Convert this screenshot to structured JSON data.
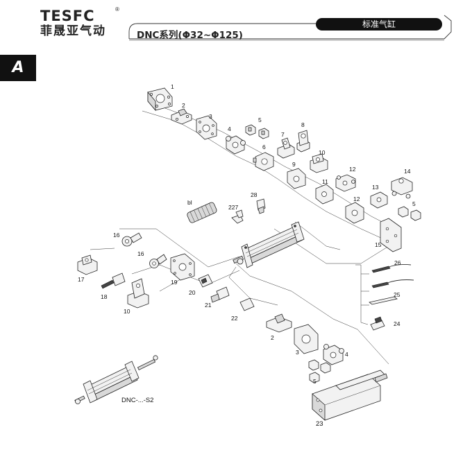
{
  "header": {
    "brand_en": "TESFC",
    "brand_reg": "®",
    "brand_cn": "菲晟亚气动",
    "series_title": "DNC系列(Φ32~Φ125)",
    "category": "标准气缸"
  },
  "side_tab": {
    "letter": "A"
  },
  "parts": {
    "p1": "1",
    "p2a": "2",
    "p3a": "3",
    "p4a": "4",
    "p5a": "5",
    "p6": "6",
    "p7": "7",
    "p8": "8",
    "p9": "9",
    "p10a": "10",
    "p11": "11",
    "p12a": "12",
    "p12b": "12",
    "p13": "13",
    "p14": "14",
    "p5b": "5",
    "p15": "15",
    "p26": "26",
    "p25": "25",
    "p24": "24",
    "p28": "28",
    "p227": "227",
    "pbl": "bl",
    "p16a": "16",
    "p16b": "16",
    "p17": "17",
    "p18": "18",
    "p10b": "10",
    "p19": "19",
    "p20": "20",
    "p21": "21",
    "p22": "22",
    "p2b": "2",
    "p3b": "3",
    "p4b": "4",
    "p5c": "5",
    "p23": "23"
  },
  "variant_label": "DNC-...-S2"
}
